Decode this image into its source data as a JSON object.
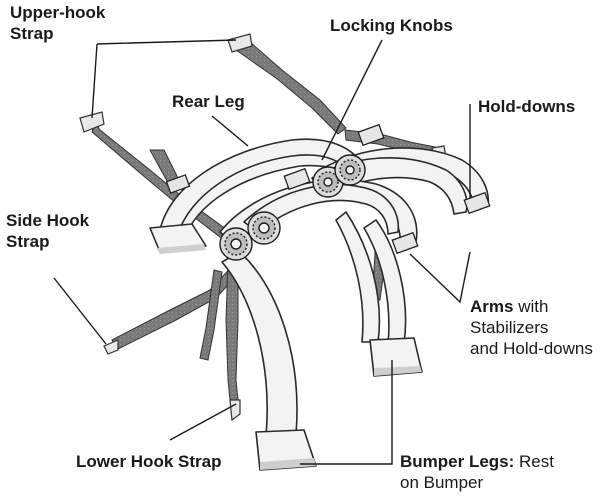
{
  "diagram": {
    "labels": {
      "upper_hook_strap": [
        "Upper-hook",
        "Strap"
      ],
      "locking_knobs": "Locking Knobs",
      "rear_leg": "Rear Leg",
      "hold_downs": "Hold-downs",
      "side_hook_strap": [
        "Side Hook",
        "Strap"
      ],
      "arms_bold": "Arms",
      "arms_rest": [
        " with",
        "Stabilizers",
        "and Hold-downs"
      ],
      "lower_hook_strap": "Lower Hook Strap",
      "bumper_legs_bold": "Bumper Legs:",
      "bumper_legs_rest": [
        " Rest",
        "on Bumper"
      ]
    },
    "colors": {
      "ink": "#1a1a1a",
      "frame_fill": "#f3f3f3",
      "frame_stroke": "#2a2a2a",
      "strap_fill": "#7a7a7a",
      "shadow": "#c8c8c8"
    }
  }
}
